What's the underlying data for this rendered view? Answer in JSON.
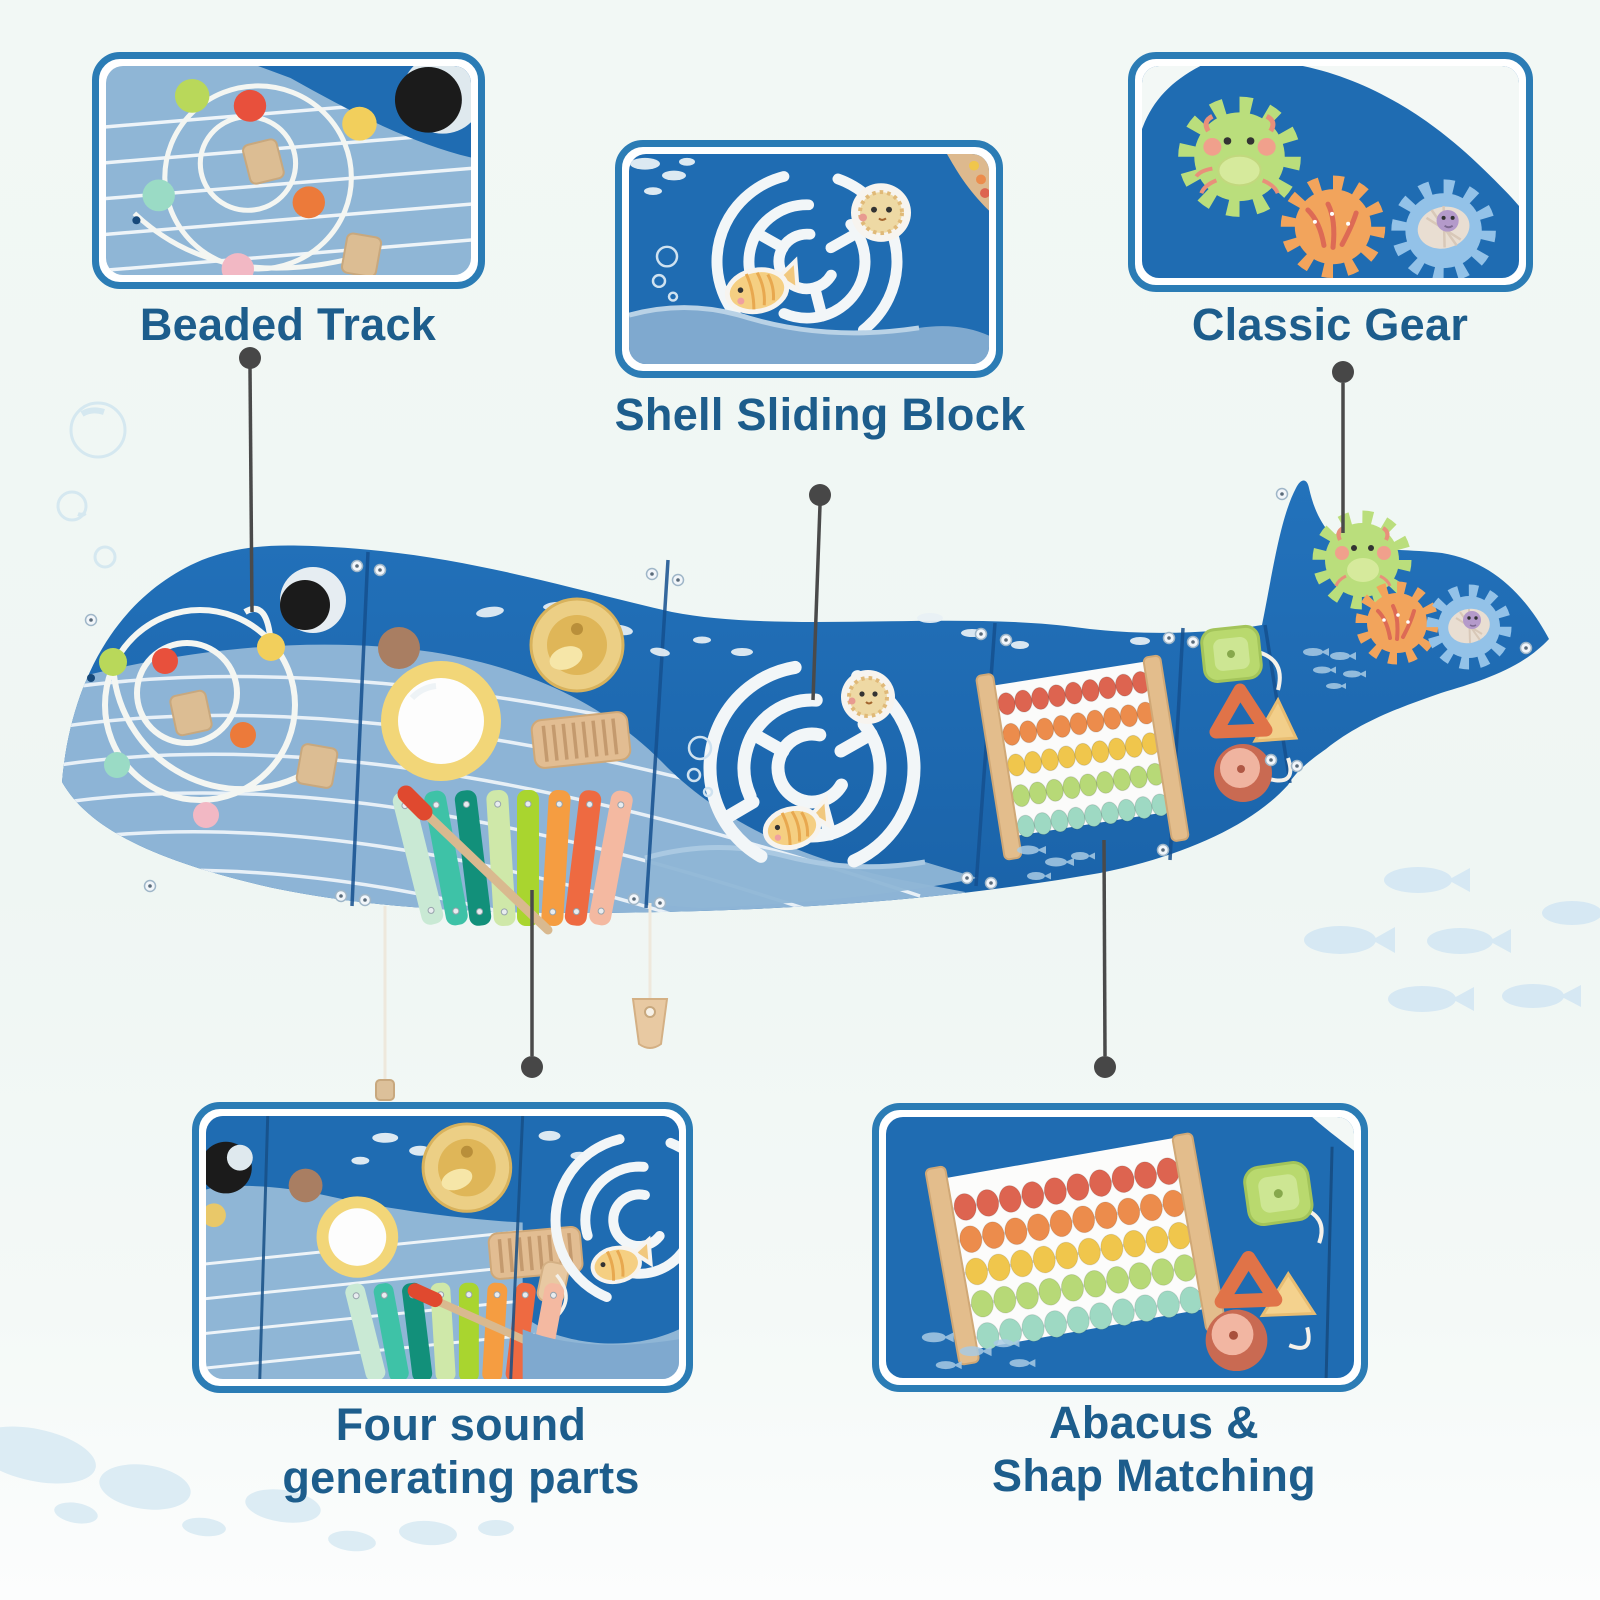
{
  "page": {
    "background_top": "#f2f8f5",
    "background_bottom": "#fcfdfd",
    "accent_border_color": "#2b7cb5",
    "label_text_color": "#1d5d8c",
    "leader_line_color": "#4a4a4a"
  },
  "callouts": {
    "beaded_track": {
      "label": "Beaded Track"
    },
    "shell_sliding_block": {
      "label": "Shell Sliding Block"
    },
    "classic_gear": {
      "label": "Classic Gear"
    },
    "four_sound": {
      "label_line1": "Four sound",
      "label_line2": "generating parts"
    },
    "abacus_shape": {
      "label_line1": "Abacus &",
      "label_line2": "Shap Matching"
    }
  },
  "board": {
    "whale_dark_blue": "#1e6ab2",
    "whale_belly_blue": "#8db4d6",
    "bead_track_colors": [
      "#b9d85a",
      "#e8503c",
      "#f2cf5c",
      "#ec7a3a",
      "#9adbc5",
      "#f2b8c4"
    ],
    "xylophone_bar_colors": [
      "#c9e9d4",
      "#3ec2a7",
      "#12907a",
      "#cfe8a9",
      "#a9d52f",
      "#f59d41",
      "#ee6a41",
      "#f4b9a1"
    ],
    "abacus_row_colors": [
      "#dd6450",
      "#ec8c4c",
      "#f0c64c",
      "#b7d977",
      "#9ed9c3"
    ],
    "gear_colors": {
      "crab_gear_green": "#bade7c",
      "coral_gear_orange": "#f2a45c",
      "shell_gear_blue": "#93c2e8"
    }
  }
}
